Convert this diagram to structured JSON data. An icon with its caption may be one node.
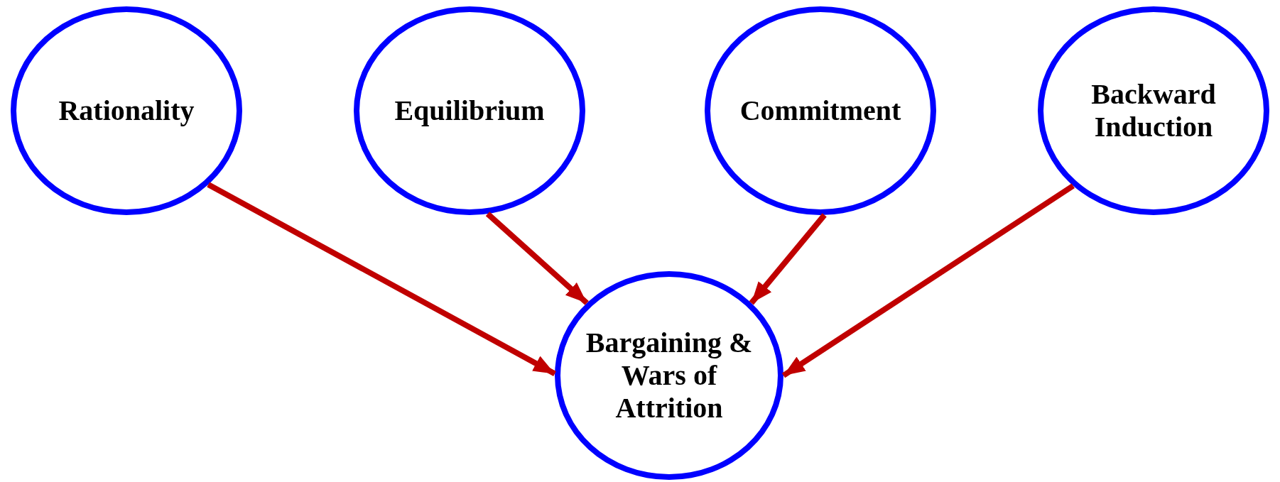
{
  "diagram": {
    "nodes": [
      {
        "text": [
          "Rationality"
        ]
      },
      {
        "text": [
          "Equilibrium"
        ]
      },
      {
        "text": [
          "Commitment"
        ]
      },
      {
        "text": [
          "Backward Induction"
        ]
      },
      {
        "text": [
          "Bargaining & Wars of Attrition"
        ]
      }
    ],
    "edges": [
      {
        "from": 0,
        "to": 4,
        "arrow": "to"
      },
      {
        "from": 1,
        "to": 4,
        "arrow": "to"
      },
      {
        "from": 2,
        "to": 4,
        "arrow": "to"
      },
      {
        "from": 3,
        "to": 4,
        "arrow": "to"
      }
    ]
  }
}
